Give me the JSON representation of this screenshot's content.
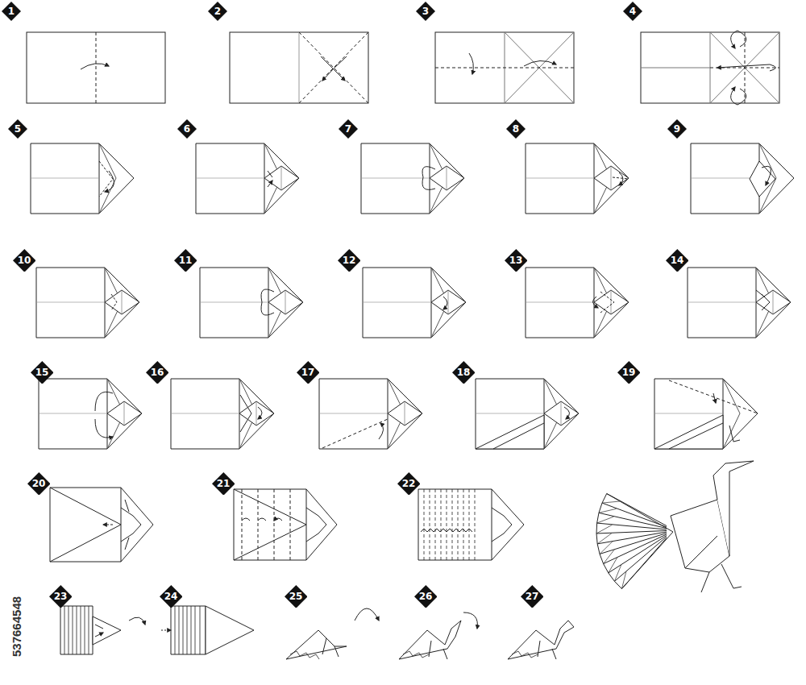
{
  "diagram": {
    "nodes": [
      {
        "text": [
          "1"
        ]
      },
      {
        "text": [
          "2"
        ]
      },
      {
        "text": [
          "3"
        ]
      },
      {
        "text": [
          "4"
        ]
      },
      {
        "text": [
          "5"
        ]
      },
      {
        "text": [
          "6"
        ]
      },
      {
        "text": [
          "7"
        ]
      },
      {
        "text": [
          "8"
        ]
      },
      {
        "text": [
          "9"
        ]
      },
      {
        "text": [
          "10"
        ]
      },
      {
        "text": [
          "11"
        ]
      },
      {
        "text": [
          "12"
        ]
      },
      {
        "text": [
          "13"
        ]
      },
      {
        "text": [
          "14"
        ]
      },
      {
        "text": [
          "15"
        ]
      },
      {
        "text": [
          "16"
        ]
      },
      {
        "text": [
          "17"
        ]
      },
      {
        "text": [
          "18"
        ]
      },
      {
        "text": [
          "19"
        ]
      },
      {
        "text": [
          "20"
        ]
      },
      {
        "text": [
          "21"
        ]
      },
      {
        "text": [
          "22"
        ]
      },
      {
        "text": [
          "23"
        ]
      },
      {
        "text": [
          "24"
        ]
      },
      {
        "text": [
          "25"
        ]
      },
      {
        "text": [
          "26"
        ]
      },
      {
        "text": [
          "27"
        ]
      }
    ],
    "labels": [
      "537664548"
    ]
  }
}
